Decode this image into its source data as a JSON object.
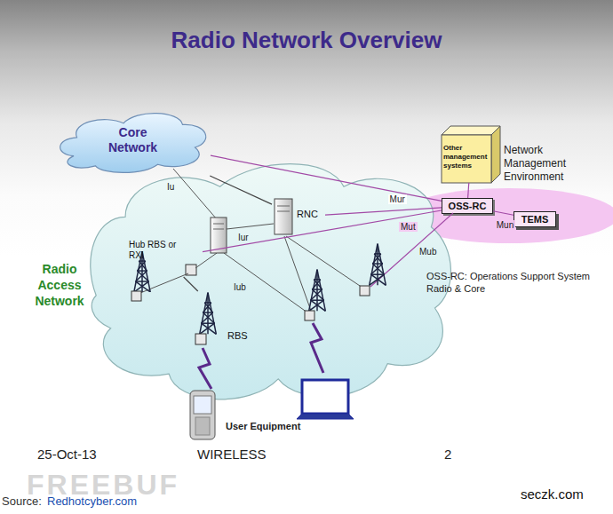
{
  "diagram": {
    "title": "Radio Network Overview",
    "nodes": [
      {
        "text": [
          "Core Network"
        ]
      },
      {
        "text": [
          "Other management systems"
        ]
      },
      {
        "text": [
          "Network Management Environment"
        ]
      },
      {
        "text": [
          "OSS-RC"
        ],
        "in": 2
      },
      {
        "text": [
          "TEMS"
        ],
        "in": 2
      },
      {
        "text": [
          "Radio Access Network"
        ]
      },
      {
        "text": [
          "RNC"
        ],
        "in": 5
      },
      {
        "text": [
          "Hub RBS or RXI"
        ],
        "in": 5
      },
      {
        "text": [
          "RBS"
        ],
        "in": 5
      }
    ],
    "edges": [
      {
        "from": 0,
        "to": 6,
        "arrow": "none"
      },
      {
        "from": 0,
        "to": 3,
        "arrow": "none"
      },
      {
        "from": 1,
        "to": 3,
        "arrow": "none"
      },
      {
        "from": 6,
        "to": 3,
        "label": "Mur",
        "arrow": "none"
      },
      {
        "from": 7,
        "to": 3,
        "label": "Mut",
        "arrow": "none"
      },
      {
        "from": 3,
        "to": 4,
        "label": "Mun",
        "arrow": "none"
      },
      {
        "from": 7,
        "to": 8,
        "arrow": "none"
      }
    ],
    "labels": [
      "Iu",
      "Iur",
      "Iub",
      "Mub",
      "OSS-RC: Operations Support System Radio & Core",
      "User Equipment",
      "25-Oct-13",
      "WIRELESS",
      "2",
      "Source:",
      "Redhotcyber.com",
      "FREEBUF",
      "seczk.com"
    ]
  }
}
